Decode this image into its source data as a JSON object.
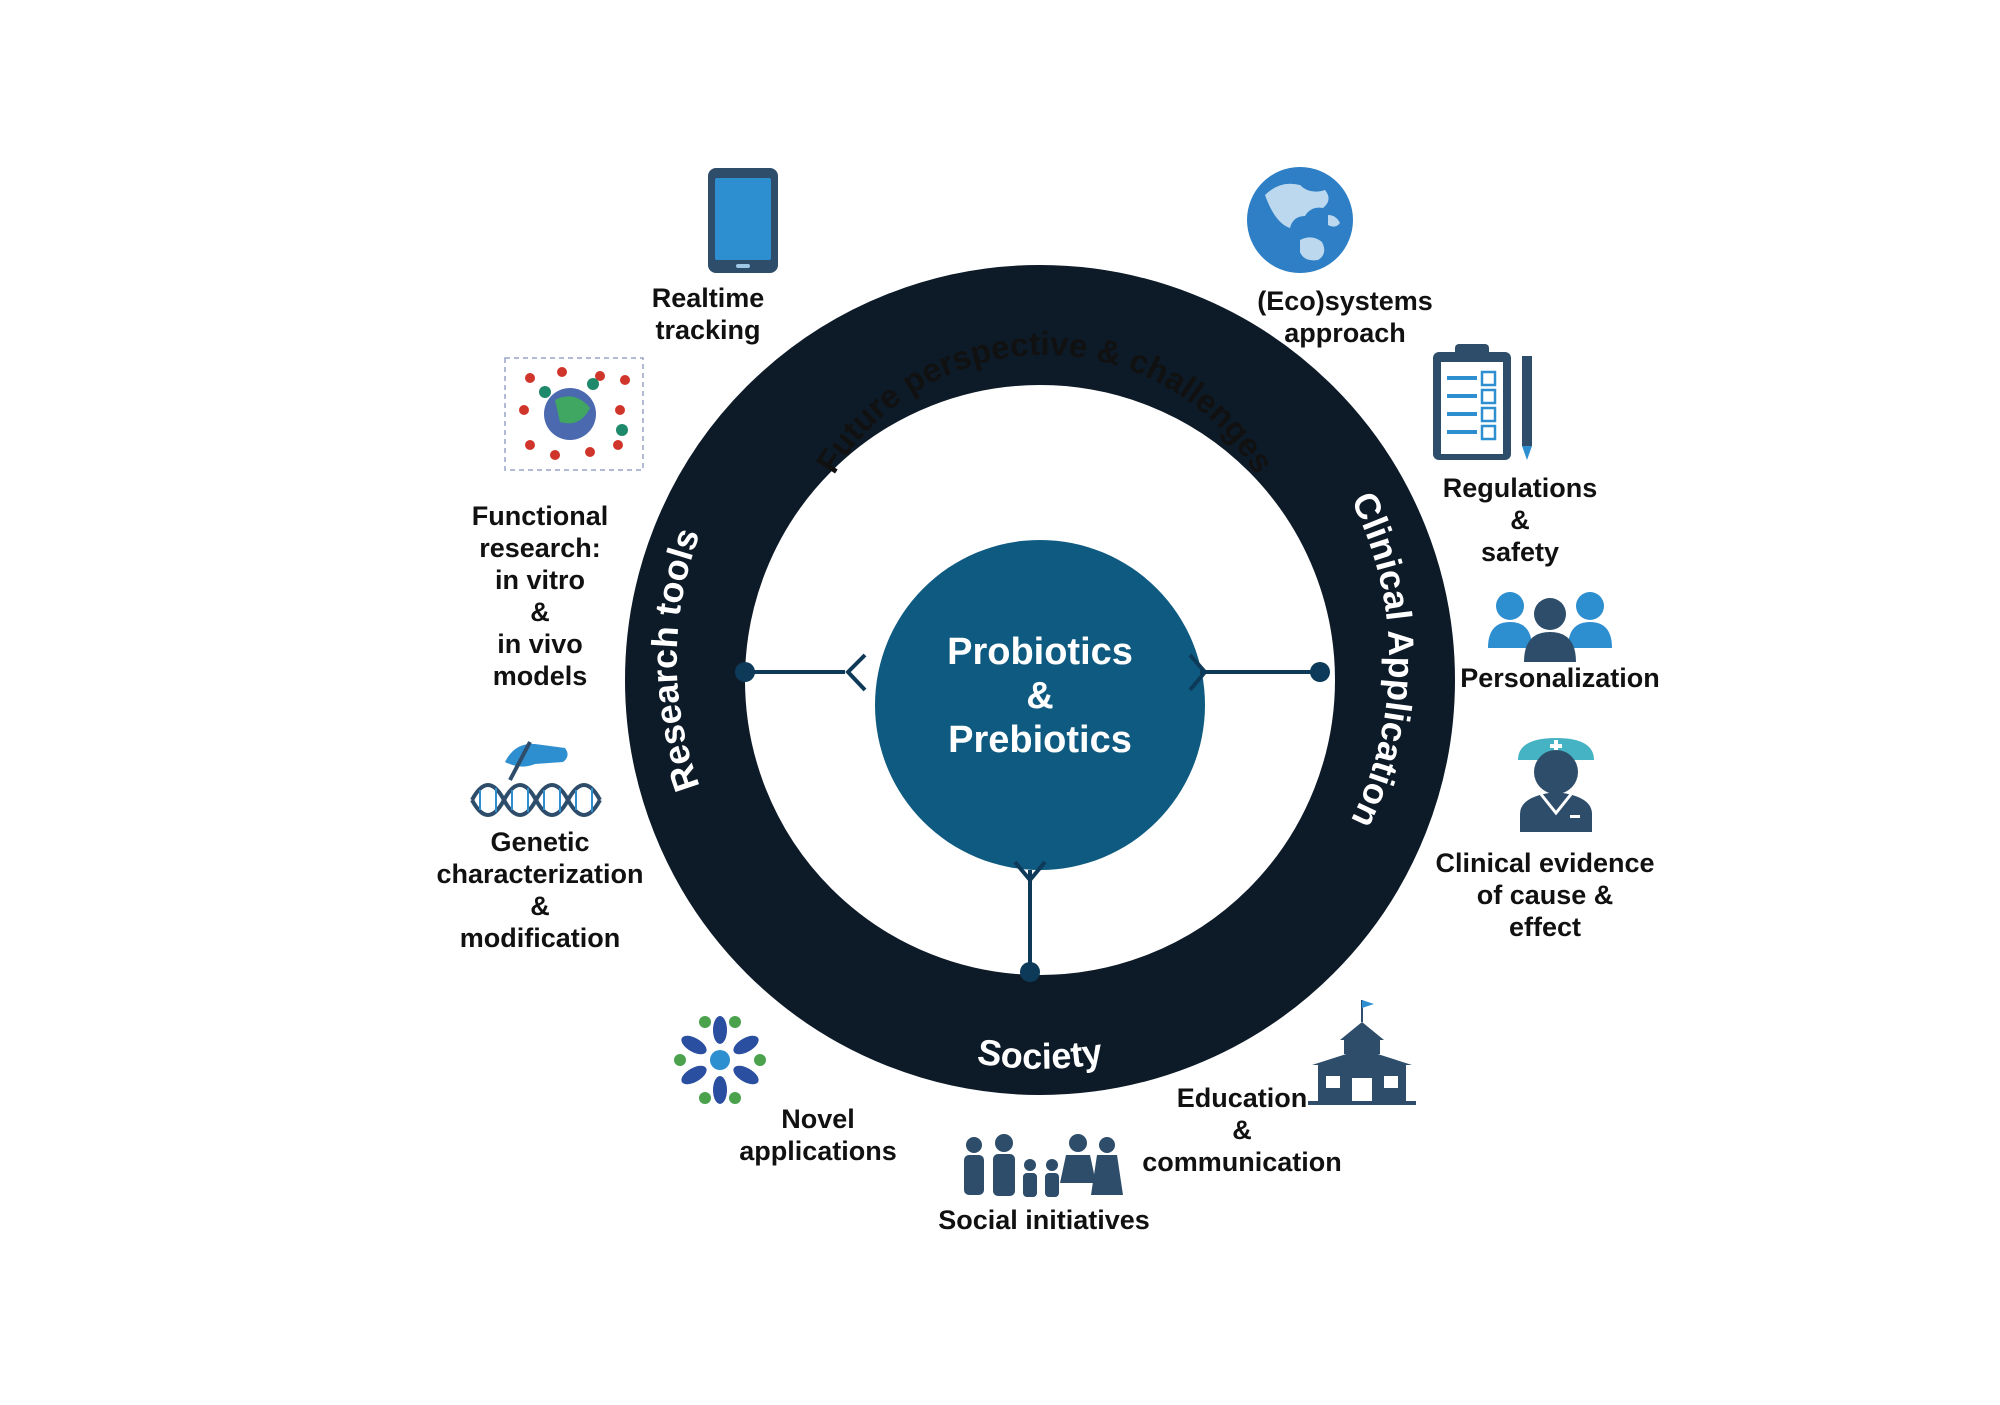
{
  "center": {
    "label": "Probiotics\n&\nPrebiotics"
  },
  "ring": {
    "inner_arc_title": "Future perspective & challenges",
    "left_title": "Research tools",
    "right_title": "Clinical Application",
    "bottom_title": "Society"
  },
  "labels": {
    "realtime_tracking": "Realtime\ntracking",
    "ecosystems": "(Eco)systems\napproach",
    "functional_research": "Functional\nresearch:\nin vitro\n&\nin vivo\nmodels",
    "regulations": "Regulations\n&\nsafety",
    "personalization": "Personalization",
    "genetic": "Genetic\ncharacterization\n&\nmodification",
    "clinical_evidence": "Clinical evidence\nof cause &\neffect",
    "novel_applications": "Novel\napplications",
    "education": "Education\n&\ncommunication",
    "social_initiatives": "Social initiatives"
  },
  "colors": {
    "ring": "#0d1a27",
    "center": "#0e5a80",
    "icon_blue": "#2e8fd0",
    "icon_dark": "#2d4d6b"
  },
  "icons": [
    "tablet-icon",
    "globe-icon",
    "molecule-icon",
    "clipboard-icon",
    "people-group-icon",
    "dna-icon",
    "doctor-icon",
    "flower-molecule-icon",
    "school-icon",
    "family-icon"
  ]
}
